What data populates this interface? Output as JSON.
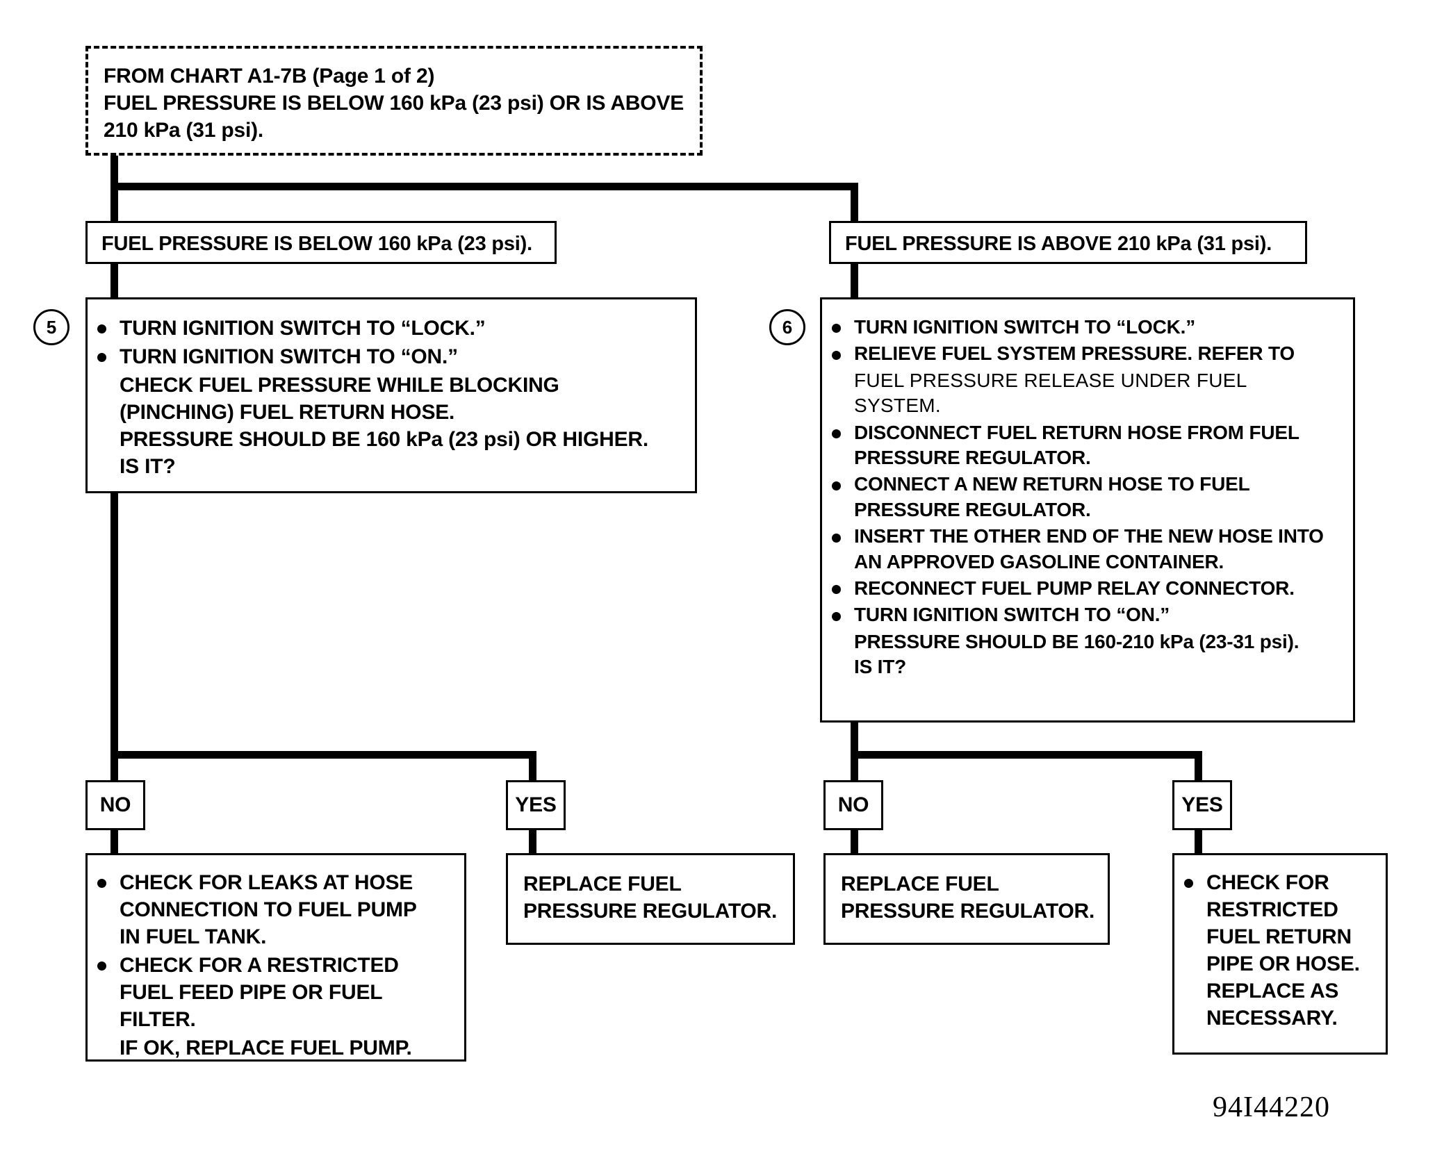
{
  "document": {
    "reference_number": "94I44220",
    "ink_color": "#000000",
    "paper_color": "#ffffff"
  },
  "entry": {
    "name": "from-chart-note",
    "lines": "FROM CHART A1-7B (Page 1 of 2)\nFUEL PRESSURE IS BELOW 160 kPa (23 psi) OR IS ABOVE\n210 kPa (31 psi)."
  },
  "branches": {
    "left": {
      "condition": "FUEL PRESSURE IS BELOW 160 kPa (23 psi).",
      "step": {
        "number": "5",
        "items": [
          {
            "bullet": true,
            "text": "TURN IGNITION SWITCH TO “LOCK.”"
          },
          {
            "bullet": true,
            "text": "TURN IGNITION SWITCH TO “ON.”"
          },
          {
            "bullet": false,
            "text": "CHECK FUEL PRESSURE WHILE BLOCKING\n(PINCHING) FUEL RETURN HOSE.\nPRESSURE SHOULD BE 160 kPa (23 psi) OR HIGHER.\nIS IT?"
          }
        ]
      },
      "answers": {
        "no": {
          "label": "NO",
          "result_items": [
            {
              "bullet": true,
              "text": "CHECK FOR LEAKS AT HOSE\nCONNECTION TO FUEL PUMP\nIN FUEL TANK."
            },
            {
              "bullet": true,
              "text": "CHECK FOR A RESTRICTED\nFUEL FEED PIPE OR FUEL\nFILTER."
            },
            {
              "bullet": false,
              "text": "IF OK, REPLACE FUEL PUMP."
            }
          ]
        },
        "yes": {
          "label": "YES",
          "result_text": "REPLACE FUEL\nPRESSURE REGULATOR."
        }
      }
    },
    "right": {
      "condition": "FUEL PRESSURE IS ABOVE 210 kPa (31 psi).",
      "step": {
        "number": "6",
        "items": [
          {
            "bullet": true,
            "text": "TURN IGNITION SWITCH TO “LOCK.”"
          },
          {
            "bullet": true,
            "text": "RELIEVE FUEL SYSTEM PRESSURE.  REFER TO"
          },
          {
            "bullet": false,
            "alt_face": true,
            "text": "FUEL PRESSURE RELEASE UNDER FUEL\nSYSTEM."
          },
          {
            "bullet": true,
            "text": "DISCONNECT FUEL RETURN HOSE FROM FUEL\nPRESSURE REGULATOR."
          },
          {
            "bullet": true,
            "text": "CONNECT A NEW RETURN HOSE TO FUEL\nPRESSURE REGULATOR."
          },
          {
            "bullet": true,
            "text": "INSERT THE OTHER END OF THE NEW HOSE INTO\nAN APPROVED GASOLINE CONTAINER."
          },
          {
            "bullet": true,
            "text": "RECONNECT FUEL PUMP RELAY CONNECTOR."
          },
          {
            "bullet": true,
            "text": "TURN IGNITION SWITCH TO “ON.”"
          },
          {
            "bullet": false,
            "text": "PRESSURE SHOULD BE 160-210 kPa (23-31 psi).\nIS IT?"
          }
        ]
      },
      "answers": {
        "no": {
          "label": "NO",
          "result_text": "REPLACE FUEL\nPRESSURE REGULATOR."
        },
        "yes": {
          "label": "YES",
          "result_items": [
            {
              "bullet": true,
              "text": "CHECK FOR\nRESTRICTED\nFUEL RETURN\nPIPE OR HOSE.\nREPLACE AS\nNECESSARY."
            }
          ]
        }
      }
    }
  }
}
